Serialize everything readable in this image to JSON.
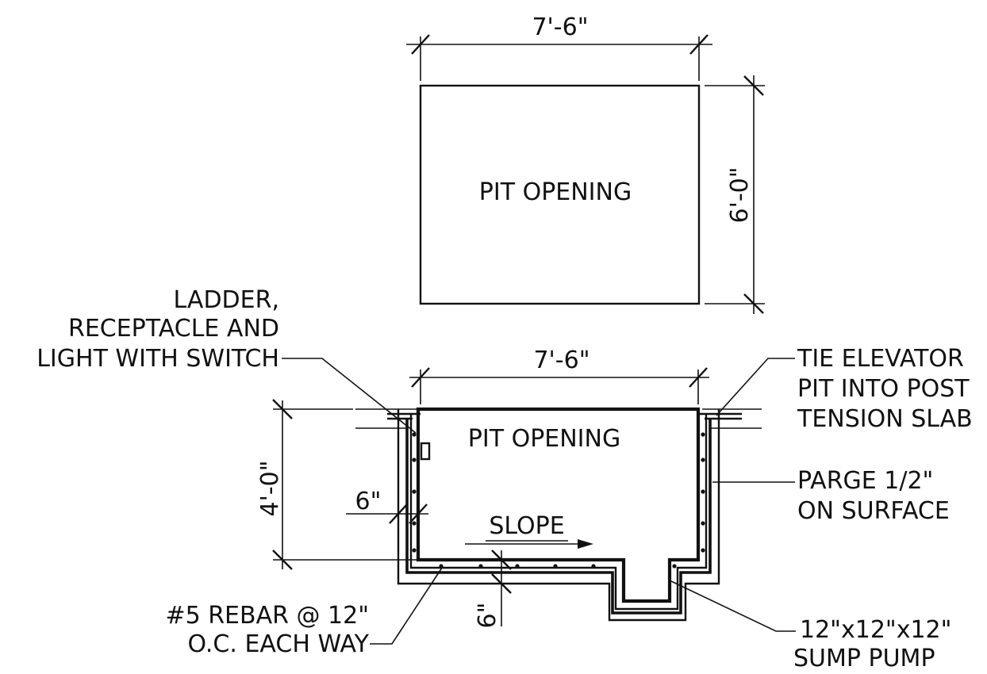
{
  "plan": {
    "opening_label": "PIT OPENING",
    "width_dim": "7'-6\"",
    "depth_dim": "6'-0\""
  },
  "section": {
    "opening_label": "PIT OPENING",
    "width_dim": "7'-6\"",
    "height_dim": "4'-0\"",
    "wall_thickness_dim": "6\"",
    "floor_thickness_dim": "6\"",
    "slope_label": "SLOPE"
  },
  "notes": {
    "ladder": [
      "LADDER,",
      "RECEPTACLE AND",
      "LIGHT WITH SWITCH"
    ],
    "tie": [
      "TIE ELEVATOR",
      "PIT INTO POST",
      "TENSION SLAB"
    ],
    "parge": [
      "PARGE 1/2\"",
      "ON SURFACE"
    ],
    "rebar": [
      "#5 REBAR @ 12\"",
      "O.C. EACH WAY"
    ],
    "sump": [
      "12\"x12\"x12\"",
      "SUMP PUMP"
    ]
  }
}
